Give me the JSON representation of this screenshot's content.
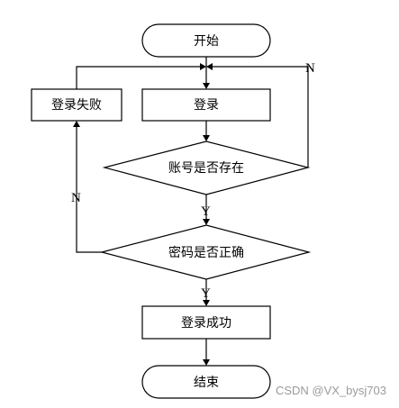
{
  "nodes": {
    "start": "开始",
    "login": "登录",
    "login_failed": "登录失败",
    "account_check": "账号是否存在",
    "password_check": "密码是否正确",
    "login_success": "登录成功",
    "end": "结束"
  },
  "edge_labels": {
    "account_no": "N",
    "account_yes": "Y",
    "password_no": "N",
    "password_yes": "Y"
  },
  "watermark": "CSDN @VX_bysj703"
}
